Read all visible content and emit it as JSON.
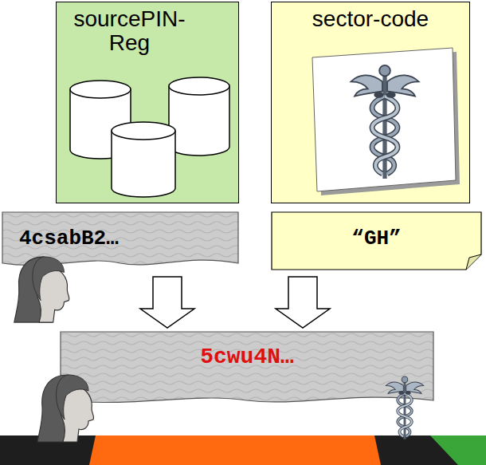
{
  "diagram": {
    "nodes": [
      {
        "text": [
          "sourcePIN-Reg"
        ]
      },
      {
        "text": [
          "sector-code"
        ]
      },
      {
        "text": [
          "4csabB2…"
        ]
      },
      {
        "text": [
          "“GH”"
        ]
      },
      {
        "text": [
          "5cwu4N…"
        ]
      }
    ],
    "edges": [
      {
        "from": 2,
        "to": 4,
        "arrow": "to"
      },
      {
        "from": 3,
        "to": 4,
        "arrow": "to"
      }
    ]
  }
}
